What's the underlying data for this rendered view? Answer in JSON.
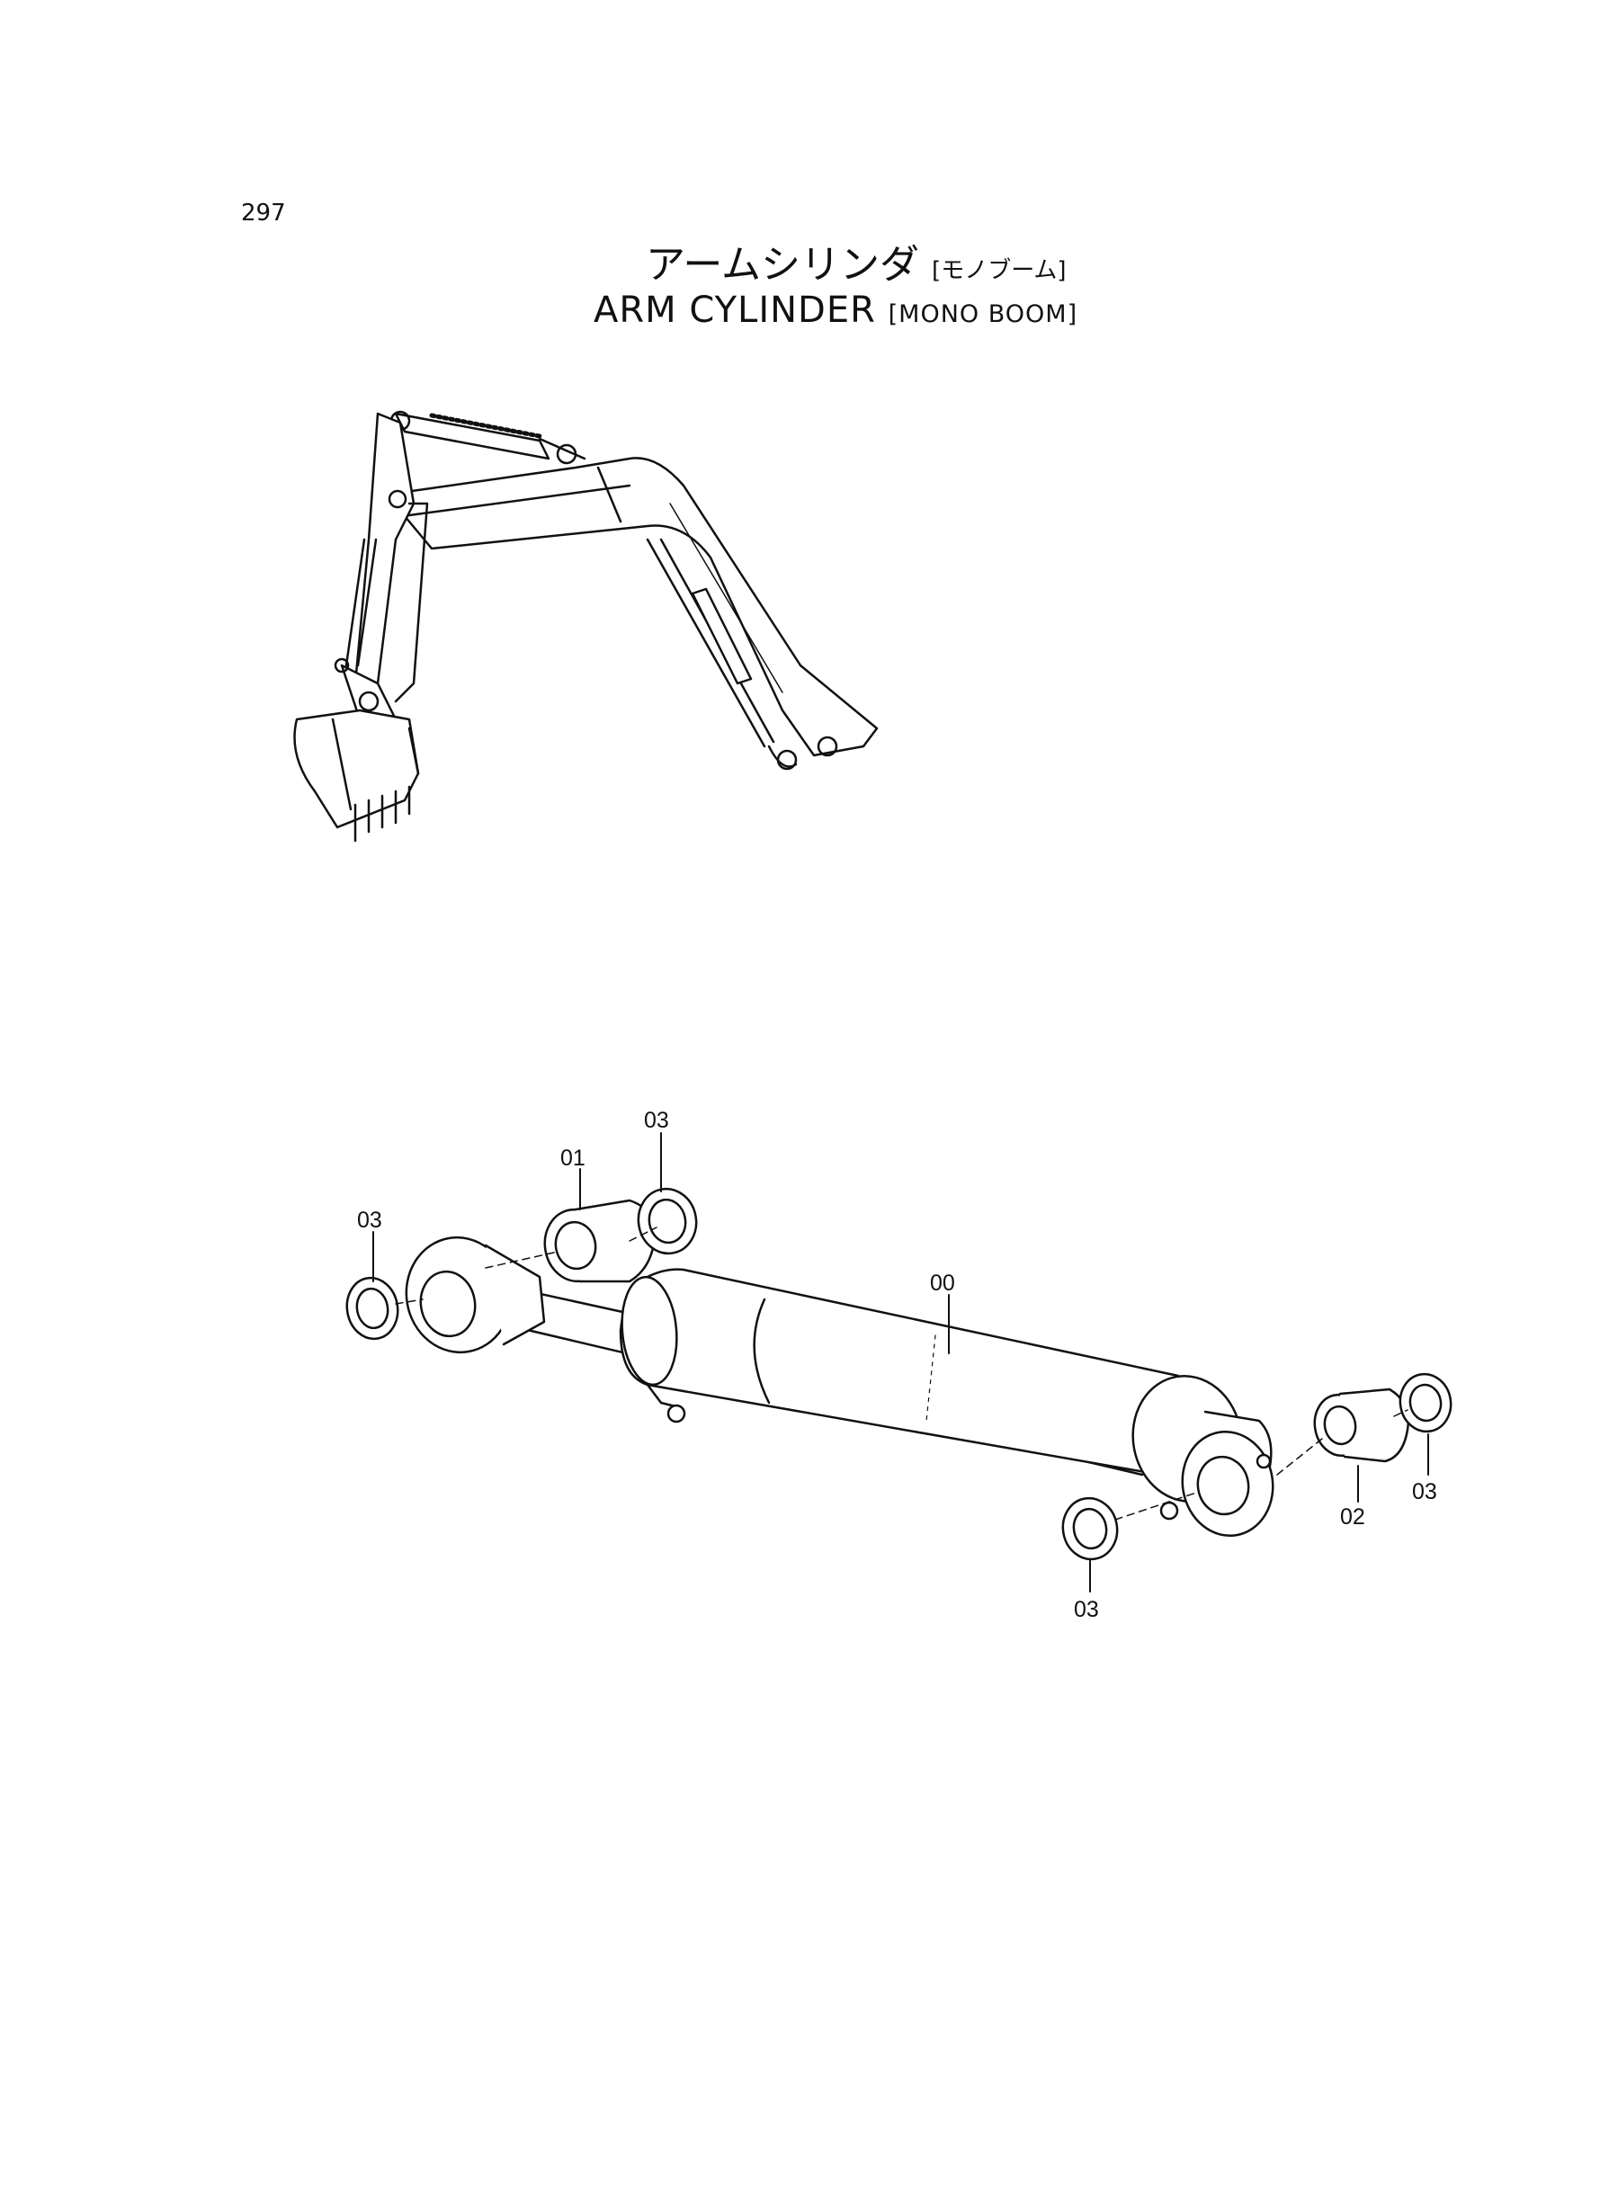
{
  "page_number": "297",
  "title": {
    "jp_main": "アームシリンダ",
    "jp_sub": "[モノブーム]",
    "en_main": "ARM CYLINDER",
    "en_sub": "[MONO BOOM]"
  },
  "callouts": {
    "c01": "01",
    "c02": "02",
    "c03_top": "03",
    "c03_left": "03",
    "c03_right": "03",
    "c03_bottom": "03",
    "c00": "00"
  }
}
